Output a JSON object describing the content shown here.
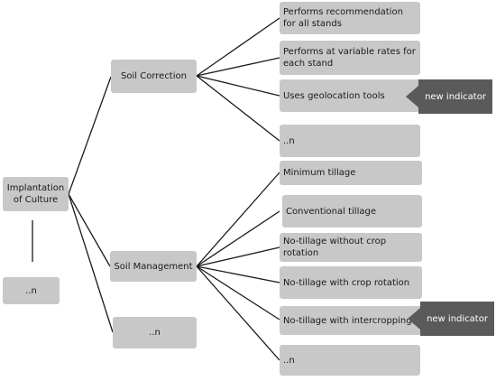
{
  "diagram": {
    "root": {
      "label": "Implantation of Culture"
    },
    "root_sibling": {
      "label": "..n"
    },
    "level1": [
      {
        "label": "Soil Correction"
      },
      {
        "label": "Soil Management"
      },
      {
        "label": "..n"
      }
    ],
    "soil_correction_items": [
      {
        "label": "Performs recommendation for all stands"
      },
      {
        "label": "Performs at variable rates for each stand"
      },
      {
        "label": "Uses geolocation tools"
      },
      {
        "label": "..n"
      }
    ],
    "soil_management_items": [
      {
        "label": "Minimum tillage"
      },
      {
        "label": "Conventional tillage"
      },
      {
        "label": "No-tillage without crop rotation"
      },
      {
        "label": "No-tillage with crop rotation"
      },
      {
        "label": "No-tillage with intercropping"
      },
      {
        "label": "..n"
      }
    ],
    "callouts": [
      {
        "label": "new indicator"
      },
      {
        "label": "new indicator"
      }
    ]
  },
  "colors": {
    "box": "#c8c8c8",
    "callout": "#5a5a5a",
    "line": "#1a1a1a"
  }
}
